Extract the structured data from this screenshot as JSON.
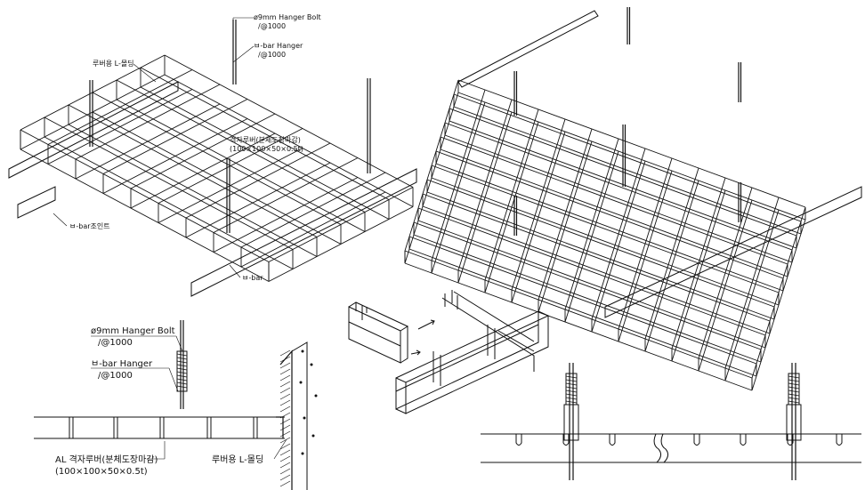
{
  "colors": {
    "line": "#111111",
    "background": "#ffffff"
  },
  "top_left_labels": {
    "hanger_bolt": "ø9mm Hanger Bolt",
    "hanger_bolt_spacing": "/@1000",
    "hanger": "ㅂ-bar Hanger",
    "hanger_spacing": "/@1000",
    "l_molding": "루버용 L-몰딩",
    "grid_louver": "격자루버(분체도장마감)",
    "grid_louver_size": "(100×100×50×0.5t)",
    "joint": "ㅂ-bar조인트",
    "bar": "ㅂ-bar"
  },
  "section_labels": {
    "hanger_bolt": "ø9mm Hanger Bolt",
    "hanger_bolt_spacing": "/@1000",
    "hanger": "ㅂ-bar Hanger",
    "hanger_spacing": "/@1000",
    "louver": "AL 격자루버(분체도장마감)",
    "louver_size": "(100×100×50×0.5t)",
    "l_molding": "루버용 L-몰딩"
  }
}
